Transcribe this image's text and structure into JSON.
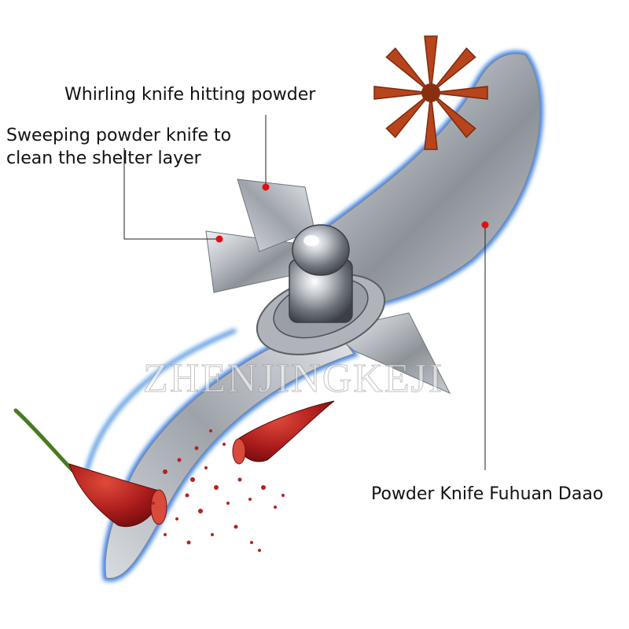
{
  "labels": {
    "whirling": "Whirling knife hitting powder",
    "sweeping_line1": "Sweeping powder knife to",
    "sweeping_line2": "clean the shelter layer",
    "powder_knife": "Powder Knife Fuhuan Daao"
  },
  "watermark": "ZHENJINGKEJI",
  "icons": {
    "spice": "star-anise",
    "chili": "red-chili-pepper",
    "marker": "red-dot"
  },
  "colors": {
    "blade_steel": "#b8bcc2",
    "blade_glow": "#4a8fe0",
    "marker_red": "#e01010",
    "chili_red": "#b01818",
    "anise_brown": "#b8441c"
  }
}
